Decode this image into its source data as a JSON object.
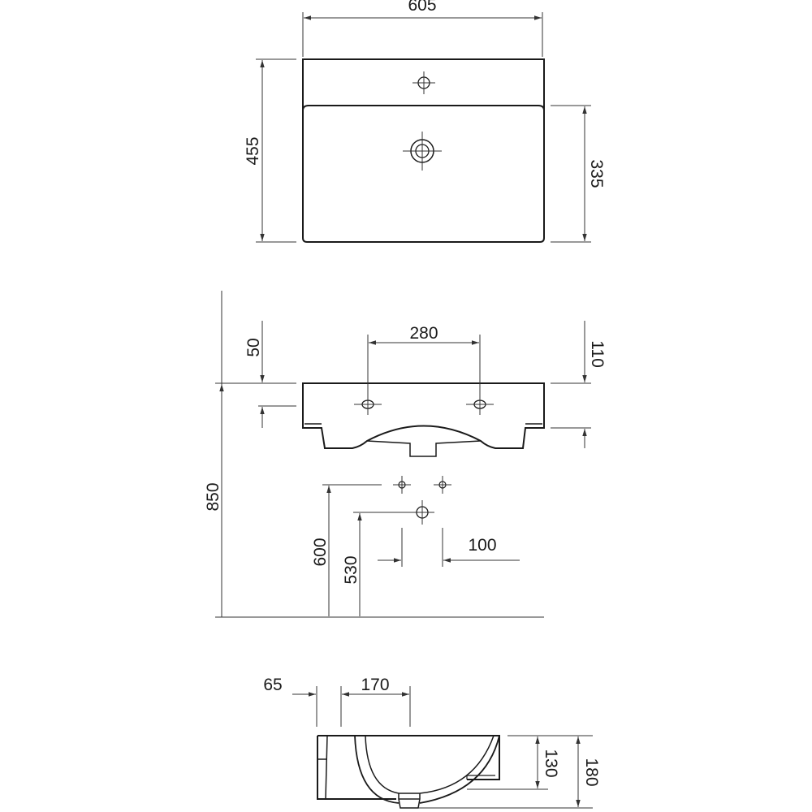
{
  "title": "Washbasin technical drawing",
  "top_view": {
    "width": "605",
    "depth": "455",
    "basin_depth": "335"
  },
  "front_view": {
    "tap_spacing": "280",
    "top_offset": "50",
    "thickness": "110",
    "mount_height": "850",
    "supply_height": "600",
    "drain_height": "530",
    "supply_spacing": "100"
  },
  "side_view": {
    "offset": "65",
    "drain_offset": "170",
    "bowl_depth": "130",
    "total_height": "180"
  },
  "colors": {
    "line": "#1a1a1a"
  }
}
